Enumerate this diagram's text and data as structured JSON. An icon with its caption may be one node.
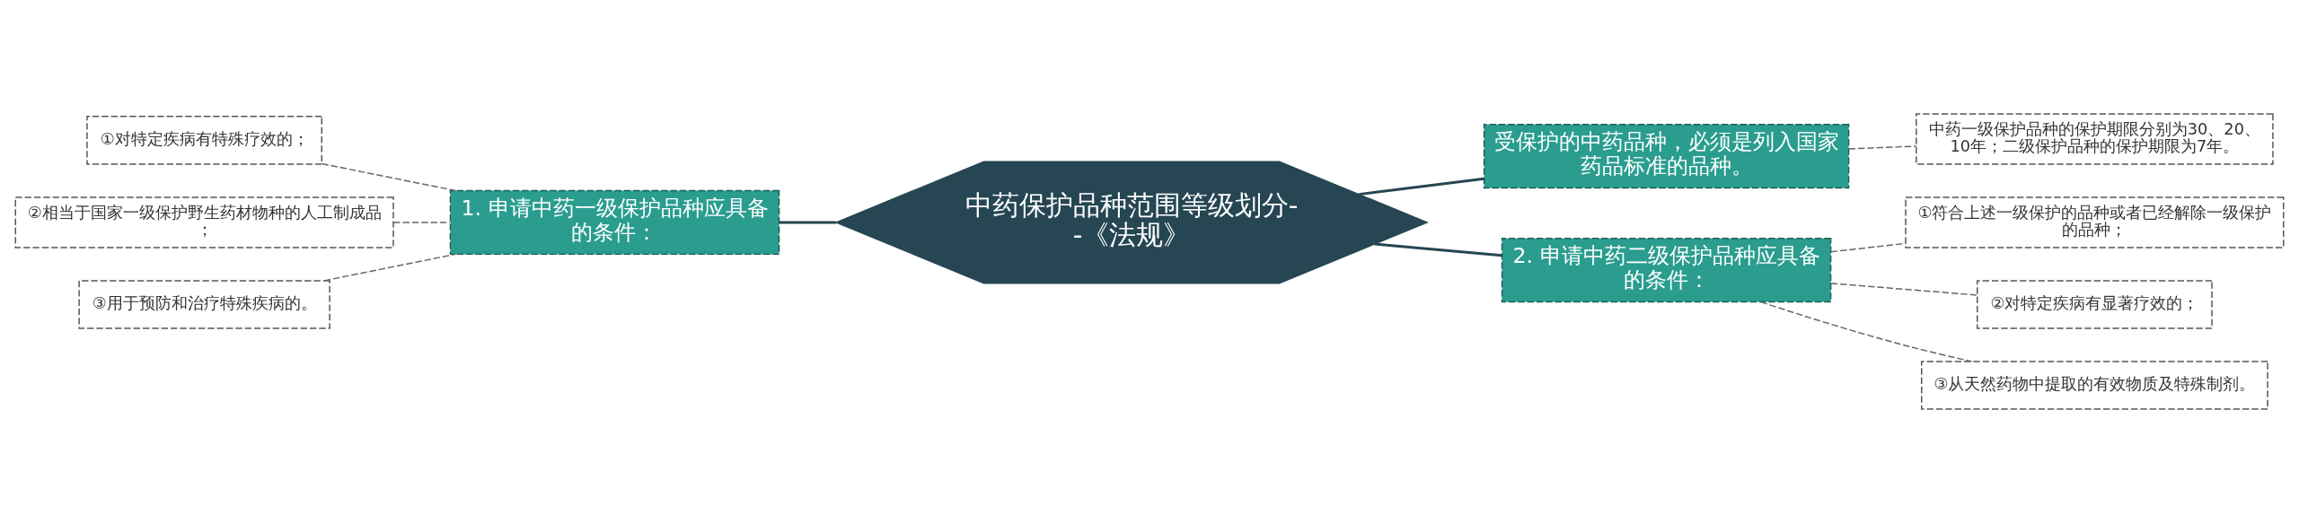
{
  "diagram": {
    "nodes": [
      {
        "text": [
          "中药保护品种范围等级划分--《法规》"
        ]
      },
      {
        "text": [
          "1. 申请中药一级保护品种应具备的条件："
        ]
      },
      {
        "text": [
          "①对特定疾病有特殊疗效的；"
        ]
      },
      {
        "text": [
          "②相当于国家一级保护野生药材物种的人工制成品；"
        ]
      },
      {
        "text": [
          "③用于预防和治疗特殊疾病的。"
        ]
      },
      {
        "text": [
          "受保护的中药品种，必须是列入国家药品标准的品种。"
        ]
      },
      {
        "text": [
          "中药一级保护品种的保护期限分别为30、20、10年；二级保护品种的保护期限为7年。"
        ]
      },
      {
        "text": [
          "2. 申请中药二级保护品种应具备的条件："
        ]
      },
      {
        "text": [
          "①符合上述一级保护的品种或者已经解除一级保护的品种；"
        ]
      },
      {
        "text": [
          "②对特定疾病有显著疗效的；"
        ]
      },
      {
        "text": [
          "③从天然药物中提取的有效物质及特殊制剂。"
        ]
      }
    ],
    "edges": [
      {
        "from": 2,
        "to": 1,
        "arrow": "none",
        "style": "dashed"
      },
      {
        "from": 3,
        "to": 1,
        "arrow": "none",
        "style": "dashed"
      },
      {
        "from": 4,
        "to": 1,
        "arrow": "none",
        "style": "dashed"
      },
      {
        "from": 1,
        "to": 0,
        "arrow": "none"
      },
      {
        "from": 0,
        "to": 5,
        "arrow": "none"
      },
      {
        "from": 5,
        "to": 6,
        "arrow": "none",
        "style": "dashed"
      },
      {
        "from": 0,
        "to": 7,
        "arrow": "none"
      },
      {
        "from": 7,
        "to": 8,
        "arrow": "none",
        "style": "dashed"
      },
      {
        "from": 7,
        "to": 9,
        "arrow": "none",
        "style": "dashed"
      },
      {
        "from": 7,
        "to": 10,
        "arrow": "none",
        "style": "dashed"
      }
    ]
  }
}
